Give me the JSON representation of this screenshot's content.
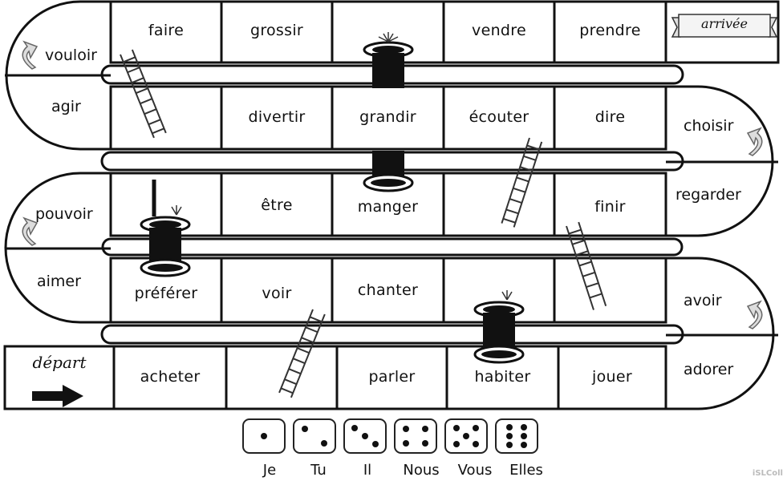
{
  "board": {
    "row1": [
      "faire",
      "grossir",
      "",
      "vendre",
      "prendre"
    ],
    "row2": [
      "",
      "divertir",
      "grandir",
      "écouter",
      "dire"
    ],
    "row3": [
      "",
      "être",
      "manger",
      "",
      "finir"
    ],
    "row4": [
      "préférer",
      "voir",
      "chanter",
      "",
      ""
    ],
    "row5": [
      "acheter",
      "",
      "parler",
      "habiter",
      "jouer"
    ],
    "curve_left_top": [
      "vouloir",
      "agir"
    ],
    "curve_right_1": [
      "choisir",
      "regarder"
    ],
    "curve_left_2": [
      "pouvoir",
      "aimer"
    ],
    "curve_right_2": [
      "avoir",
      "adorer"
    ],
    "finish_label": "arrivée",
    "start_label": "départ"
  },
  "dice": [
    {
      "pips": 1,
      "pronoun": "Je"
    },
    {
      "pips": 2,
      "pronoun": "Tu"
    },
    {
      "pips": 3,
      "pronoun": "Il"
    },
    {
      "pips": 4,
      "pronoun": "Nous"
    },
    {
      "pips": 5,
      "pronoun": "Vous"
    },
    {
      "pips": 6,
      "pronoun": "Elles"
    }
  ],
  "watermark": "iSLColl"
}
